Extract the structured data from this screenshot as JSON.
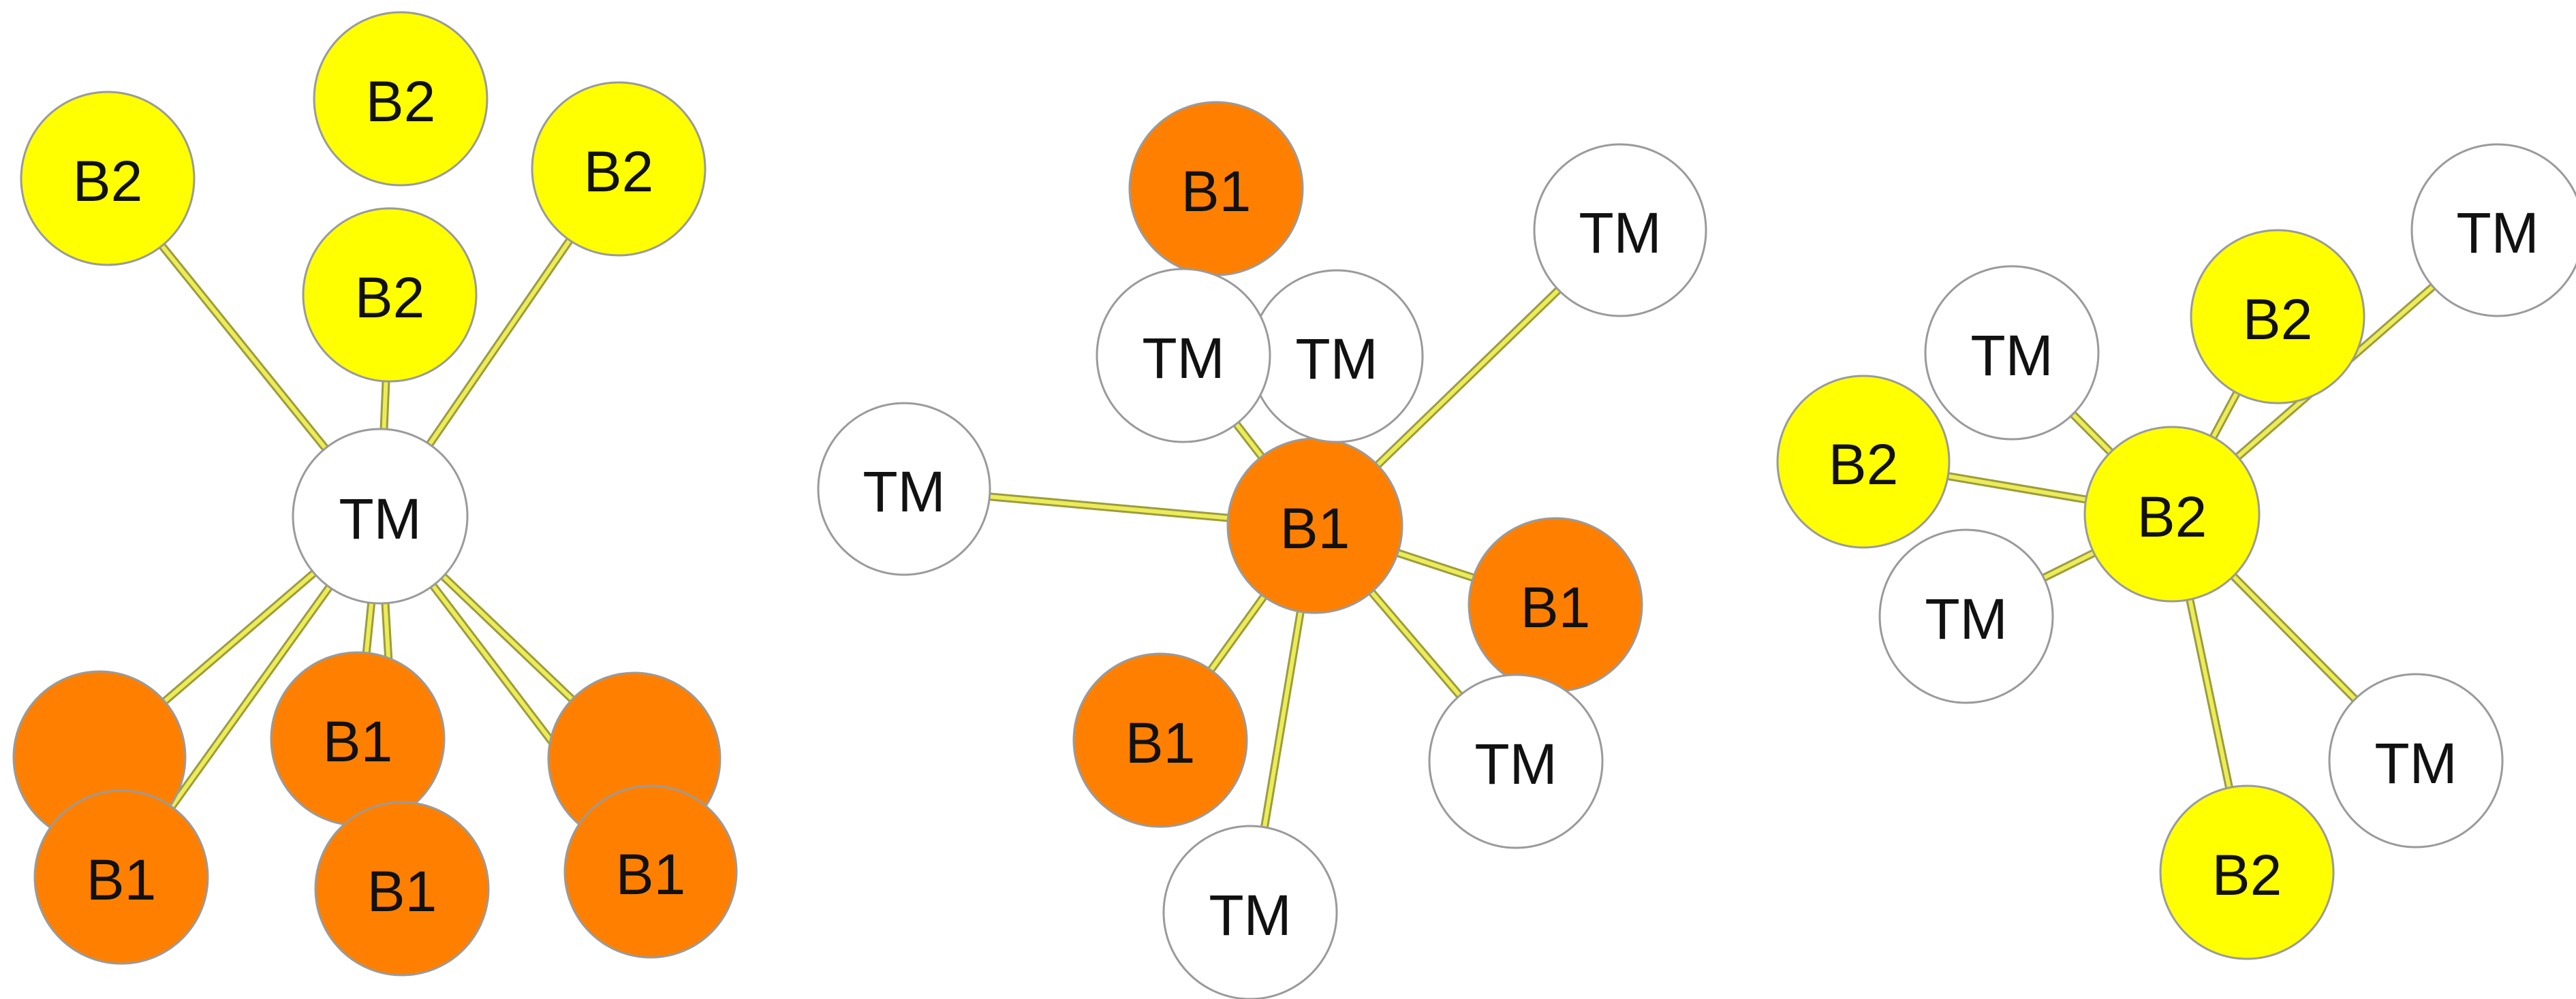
{
  "colors": {
    "tm": "#ffffff",
    "b1": "#ff8000",
    "b2": "#ffff00",
    "node_outline": "#9a9a9a",
    "edge_outer": "#9c9c3c",
    "edge_inner": "#ecec5a"
  },
  "diagrams": [
    {
      "name": "diagram-1",
      "hub": {
        "id": "tm-hub",
        "label": "TM",
        "kind": "tm"
      },
      "nodes": [
        {
          "id": "b2-top",
          "label": "B2",
          "kind": "b2"
        },
        {
          "id": "b2-upper-left",
          "label": "B2",
          "kind": "b2"
        },
        {
          "id": "b2-upper-right",
          "label": "B2",
          "kind": "b2"
        },
        {
          "id": "b2-middle",
          "label": "B2",
          "kind": "b2"
        },
        {
          "id": "b1-back-left",
          "label": "",
          "kind": "b1"
        },
        {
          "id": "b1-back-center",
          "label": "B1",
          "kind": "b1"
        },
        {
          "id": "b1-back-right",
          "label": "",
          "kind": "b1"
        },
        {
          "id": "b1-front-left",
          "label": "B1",
          "kind": "b1"
        },
        {
          "id": "b1-front-center",
          "label": "B1",
          "kind": "b1"
        },
        {
          "id": "b1-front-right",
          "label": "B1",
          "kind": "b1"
        }
      ],
      "edges": [
        [
          "tm-hub",
          "b2-upper-left"
        ],
        [
          "tm-hub",
          "b2-middle"
        ],
        [
          "tm-hub",
          "b2-upper-right"
        ],
        [
          "tm-hub",
          "b1-back-left"
        ],
        [
          "tm-hub",
          "b1-front-left"
        ],
        [
          "tm-hub",
          "b1-back-center"
        ],
        [
          "tm-hub",
          "b1-front-center"
        ],
        [
          "tm-hub",
          "b1-back-right"
        ],
        [
          "tm-hub",
          "b1-front-right"
        ]
      ]
    },
    {
      "name": "diagram-2",
      "hub": {
        "id": "b1-hub",
        "label": "B1",
        "kind": "b1"
      },
      "nodes": [
        {
          "id": "b1-top",
          "label": "B1",
          "kind": "b1"
        },
        {
          "id": "tm-upper-right-far",
          "label": "TM",
          "kind": "tm"
        },
        {
          "id": "tm-upper-right",
          "label": "TM",
          "kind": "tm"
        },
        {
          "id": "tm-upper-left",
          "label": "TM",
          "kind": "tm"
        },
        {
          "id": "tm-left",
          "label": "TM",
          "kind": "tm"
        },
        {
          "id": "b1-right",
          "label": "B1",
          "kind": "b1"
        },
        {
          "id": "b1-lower-left",
          "label": "B1",
          "kind": "b1"
        },
        {
          "id": "tm-lower-right",
          "label": "TM",
          "kind": "tm"
        },
        {
          "id": "tm-bottom",
          "label": "TM",
          "kind": "tm"
        }
      ],
      "edges": [
        [
          "b1-hub",
          "tm-upper-left"
        ],
        [
          "b1-hub",
          "tm-upper-right"
        ],
        [
          "b1-hub",
          "tm-upper-right-far"
        ],
        [
          "b1-hub",
          "tm-left"
        ],
        [
          "b1-hub",
          "b1-right"
        ],
        [
          "b1-hub",
          "tm-lower-right"
        ],
        [
          "b1-hub",
          "b1-lower-left"
        ],
        [
          "b1-hub",
          "tm-bottom"
        ]
      ]
    },
    {
      "name": "diagram-3",
      "hub": {
        "id": "b2-hub",
        "label": "B2",
        "kind": "b2"
      },
      "nodes": [
        {
          "id": "tm-upper-left",
          "label": "TM",
          "kind": "tm"
        },
        {
          "id": "b2-upper-right",
          "label": "B2",
          "kind": "b2"
        },
        {
          "id": "tm-upper-right",
          "label": "TM",
          "kind": "tm"
        },
        {
          "id": "b2-left",
          "label": "B2",
          "kind": "b2"
        },
        {
          "id": "tm-left",
          "label": "TM",
          "kind": "tm"
        },
        {
          "id": "tm-lower-right",
          "label": "TM",
          "kind": "tm"
        },
        {
          "id": "b2-bottom",
          "label": "B2",
          "kind": "b2"
        }
      ],
      "edges": [
        [
          "b2-hub",
          "tm-upper-left"
        ],
        [
          "b2-hub",
          "b2-upper-right"
        ],
        [
          "b2-hub",
          "tm-upper-right"
        ],
        [
          "b2-hub",
          "b2-left"
        ],
        [
          "b2-hub",
          "tm-left"
        ],
        [
          "b2-hub",
          "tm-lower-right"
        ],
        [
          "b2-hub",
          "b2-bottom"
        ]
      ]
    }
  ]
}
